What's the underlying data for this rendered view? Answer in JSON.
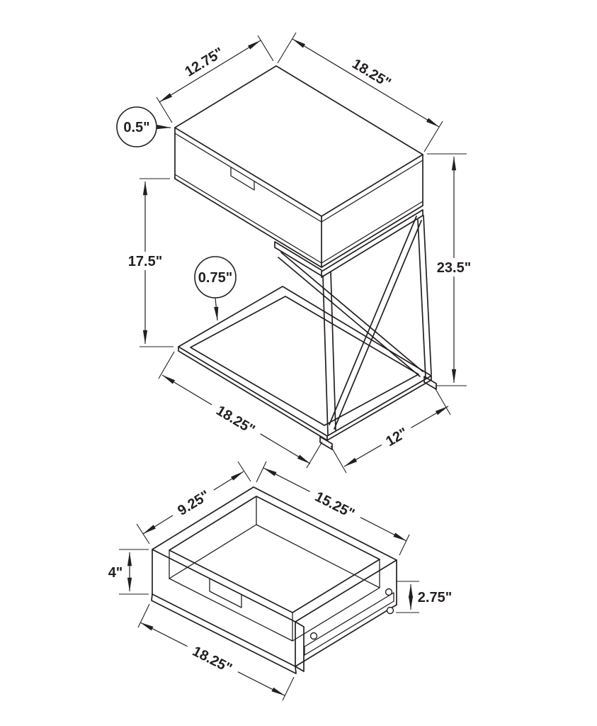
{
  "page": {
    "background": "#ffffff",
    "line_color": "#231f20"
  },
  "table_diagram": {
    "labels": {
      "top_width": "12.75\"",
      "top_depth": "18.25\"",
      "top_thickness": "0.5\"",
      "side_clearance": "17.5\"",
      "frame_thickness": "0.75\"",
      "overall_height": "23.5\"",
      "base_width": "18.25\"",
      "base_depth": "12\""
    }
  },
  "drawer_diagram": {
    "labels": {
      "inner_width": "9.25\"",
      "inner_depth": "15.25\"",
      "side_height": "4\"",
      "front_height": "2.75\"",
      "front_width": "18.25\""
    }
  }
}
